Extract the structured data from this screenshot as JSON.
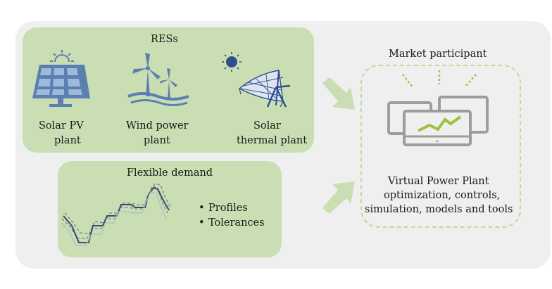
{
  "res": {
    "title": "RESs",
    "solar_pv": [
      "Solar PV",
      "plant"
    ],
    "wind": [
      "Wind power",
      "plant"
    ],
    "solar_thermal": [
      "Solar",
      "thermal plant"
    ]
  },
  "flex": {
    "title": "Flexible demand",
    "bullet_symbol": "•",
    "bullets": [
      "Profiles",
      "Tolerances"
    ]
  },
  "vpp": {
    "header": "Market participant",
    "lines": [
      "Virtual Power Plant",
      "optimization, controls,",
      "simulation, models and tools"
    ]
  },
  "colors": {
    "panel_green": "#c9deb3",
    "outer_gray": "#efefef",
    "icon_blue": "#5b7fb0",
    "dark_blue": "#2f4f8a",
    "accent_green": "#9bc23c",
    "arrow_green": "#c9deb3",
    "monitor_gray": "#9d9d9d"
  },
  "icons": [
    "solar-panel-icon",
    "sun-icon",
    "wind-turbine-icon",
    "solar-thermal-icon",
    "monitor-icon",
    "demand-curve-icon",
    "arrow-icon"
  ]
}
